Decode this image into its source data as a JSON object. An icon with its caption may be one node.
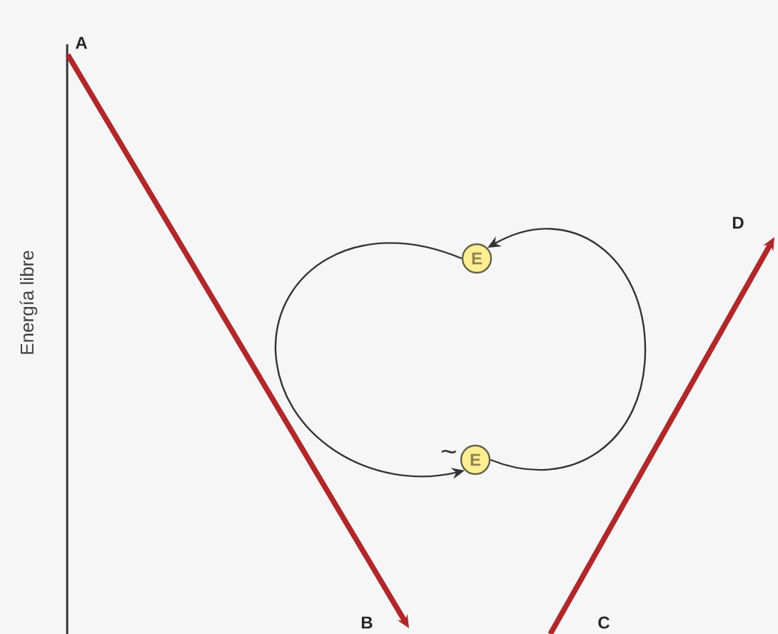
{
  "diagram": {
    "nodes": [
      {
        "text": [
          "A"
        ]
      },
      {
        "text": [
          "B"
        ]
      },
      {
        "text": [
          "C"
        ]
      },
      {
        "text": [
          "D"
        ]
      },
      {
        "text": [
          "E"
        ]
      },
      {
        "text": [
          "E"
        ],
        "beside": [
          "~"
        ]
      }
    ],
    "edges": [
      {
        "from": 0,
        "to": 1,
        "arrow": "to",
        "style": "thick",
        "color": "#b0282a"
      },
      {
        "from": 2,
        "to": 3,
        "arrow": "to",
        "style": "thick",
        "color": "#b0282a"
      },
      {
        "from": 4,
        "to": 5,
        "arrow": "to",
        "color": "#333333"
      },
      {
        "from": 5,
        "to": 4,
        "arrow": "to",
        "color": "#333333"
      }
    ],
    "labels": [
      "Energía libre"
    ]
  }
}
